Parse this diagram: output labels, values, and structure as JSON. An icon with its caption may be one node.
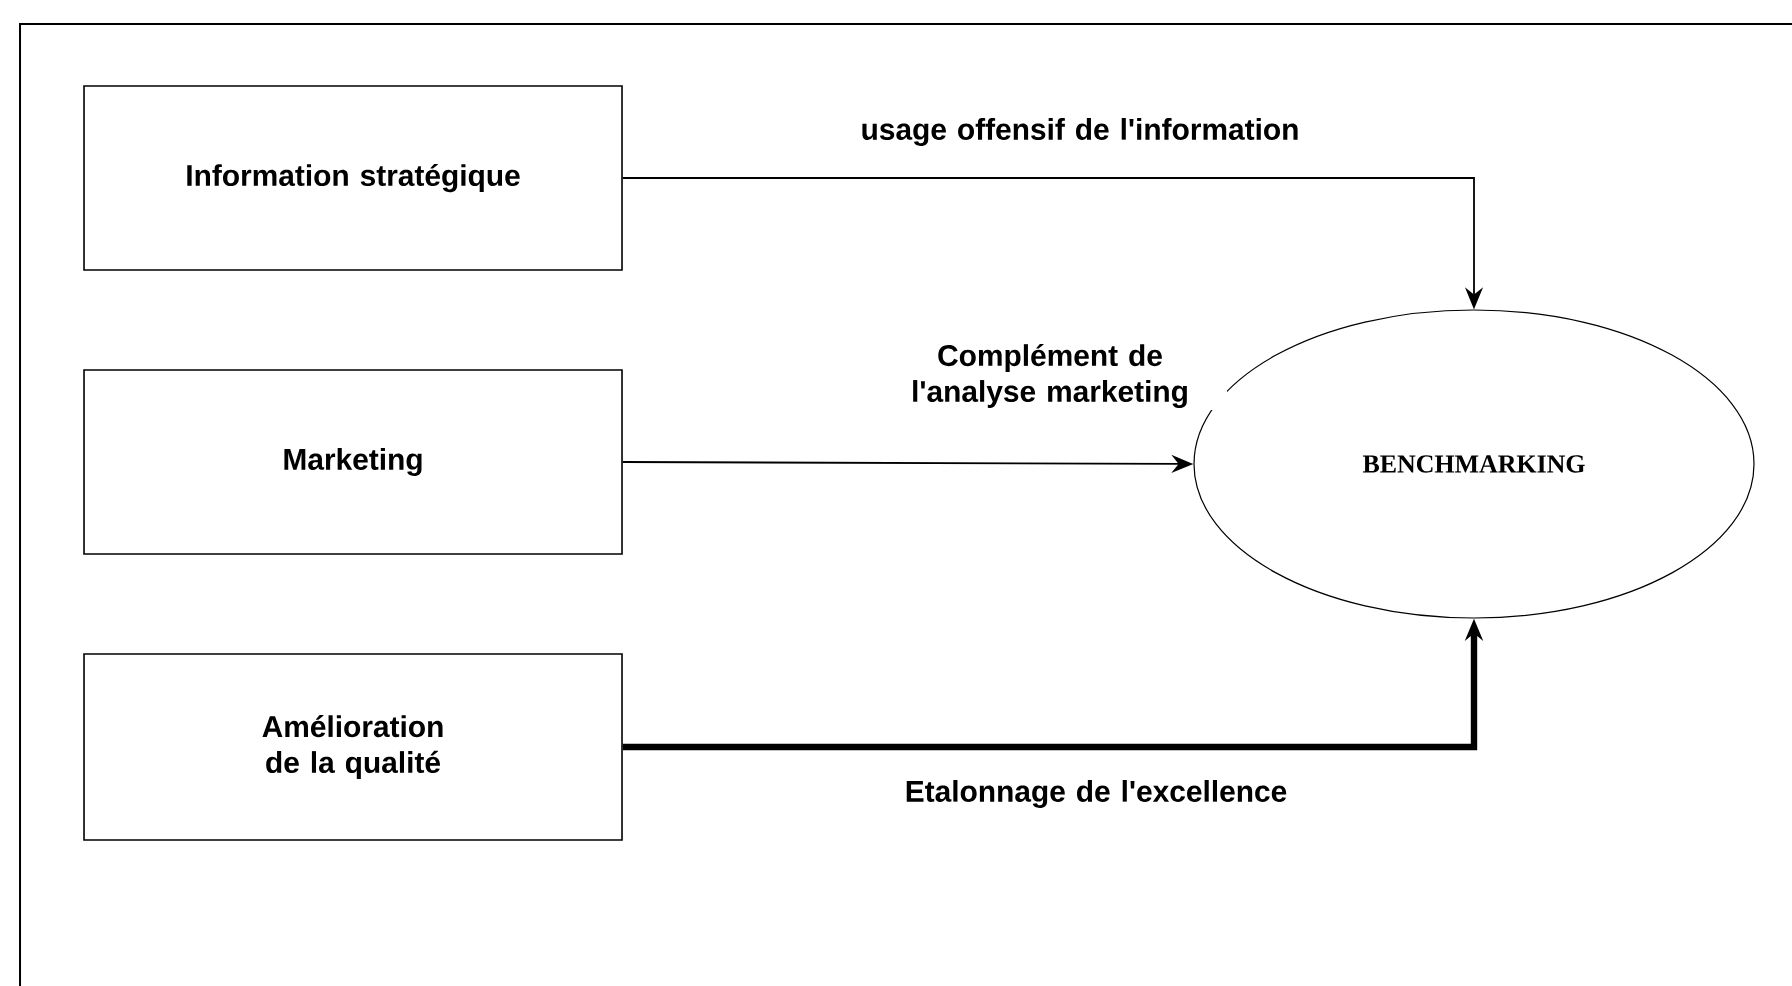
{
  "diagram": {
    "nodes": [
      {
        "text": [
          "Information stratégique"
        ]
      },
      {
        "text": [
          "Marketing"
        ]
      },
      {
        "text": [
          "Amélioration de la qualité"
        ]
      },
      {
        "text": [
          "BENCHMARKING"
        ]
      }
    ],
    "edges": [
      {
        "from": 0,
        "to": 3,
        "arrow": "to",
        "label": "usage offensif de l'information"
      },
      {
        "from": 1,
        "to": 3,
        "arrow": "to",
        "label": "Complément de l'analyse marketing"
      },
      {
        "from": 2,
        "to": 3,
        "arrow": "to",
        "label": "Etalonnage de l'excellence",
        "style": "thick"
      }
    ]
  }
}
